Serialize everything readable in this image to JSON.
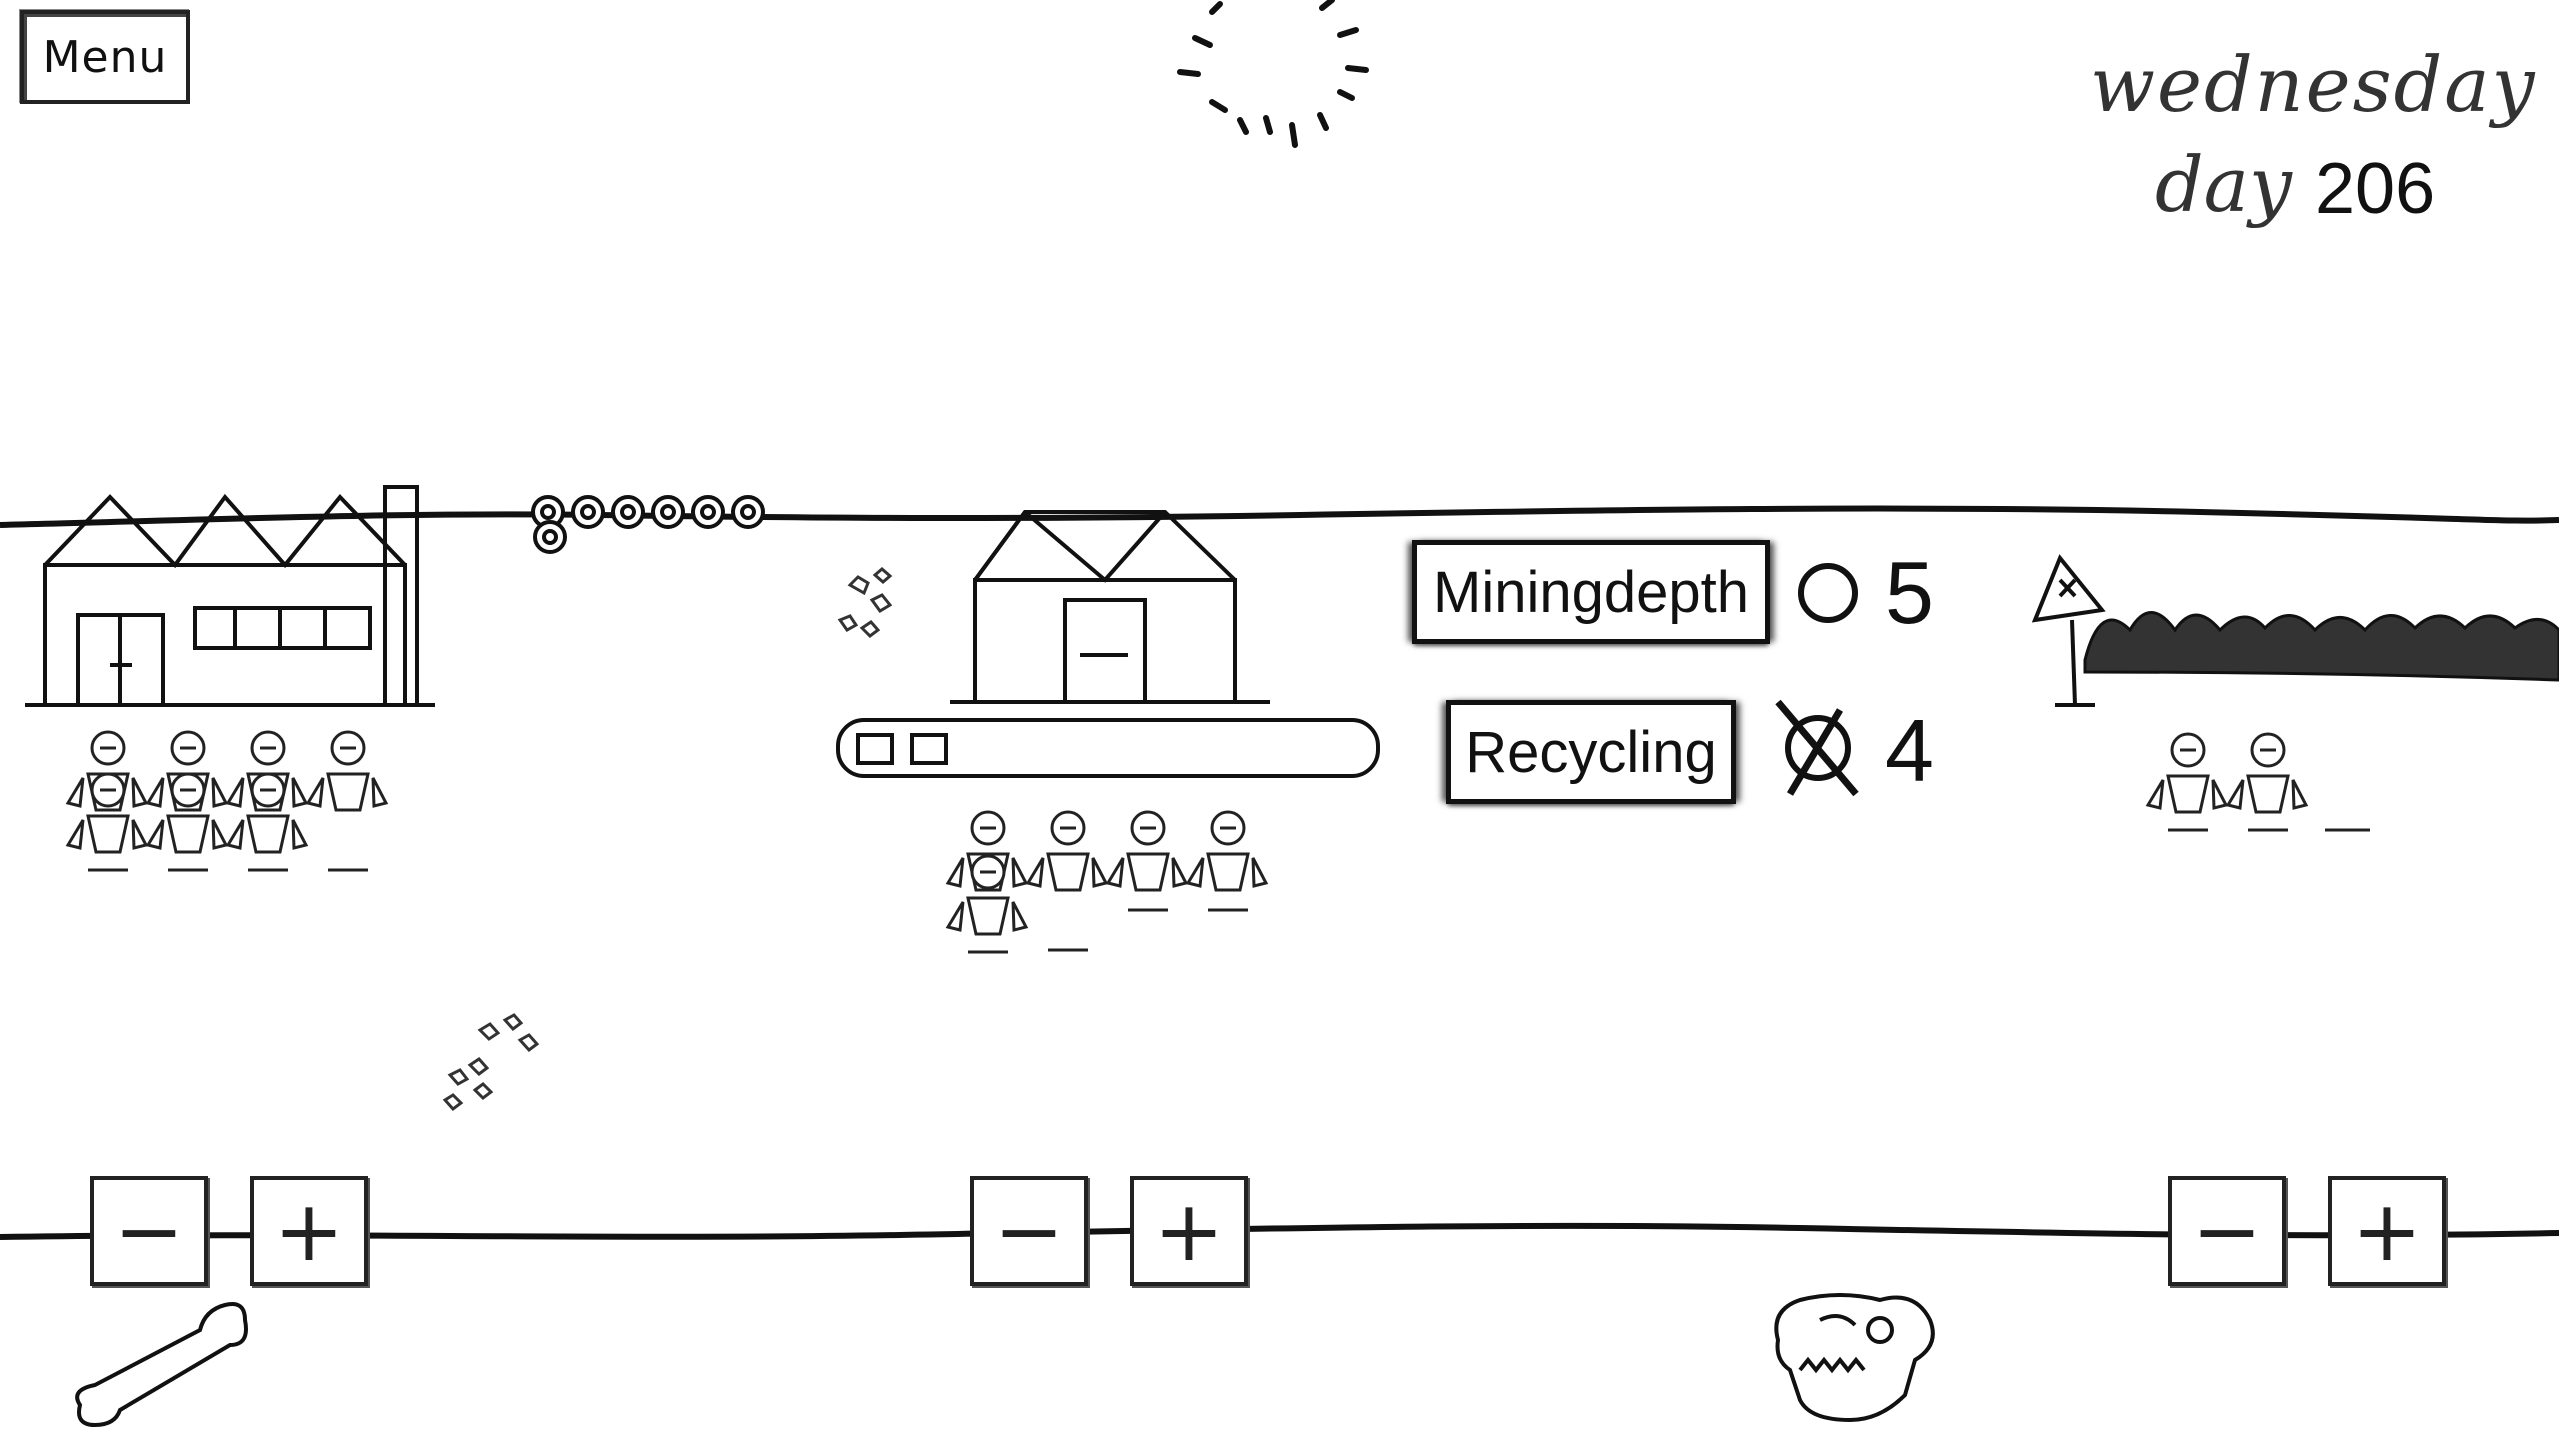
{
  "menu": {
    "label": "Menu"
  },
  "calendar": {
    "weekday": "wednesday",
    "day_label": "day",
    "day_number": "206"
  },
  "actions": {
    "mining": {
      "label": "Miningdepth",
      "icon": "circle-icon",
      "count": "5"
    },
    "recycling": {
      "label": "Recycling",
      "icon": "crossed-circle-icon",
      "count": "4"
    }
  },
  "controls": {
    "left": {
      "minus": "−",
      "plus": "+"
    },
    "middle": {
      "minus": "−",
      "plus": "+"
    },
    "right": {
      "minus": "−",
      "plus": "+"
    }
  },
  "colors": {
    "ink": "#111111",
    "background": "#ffffff"
  }
}
